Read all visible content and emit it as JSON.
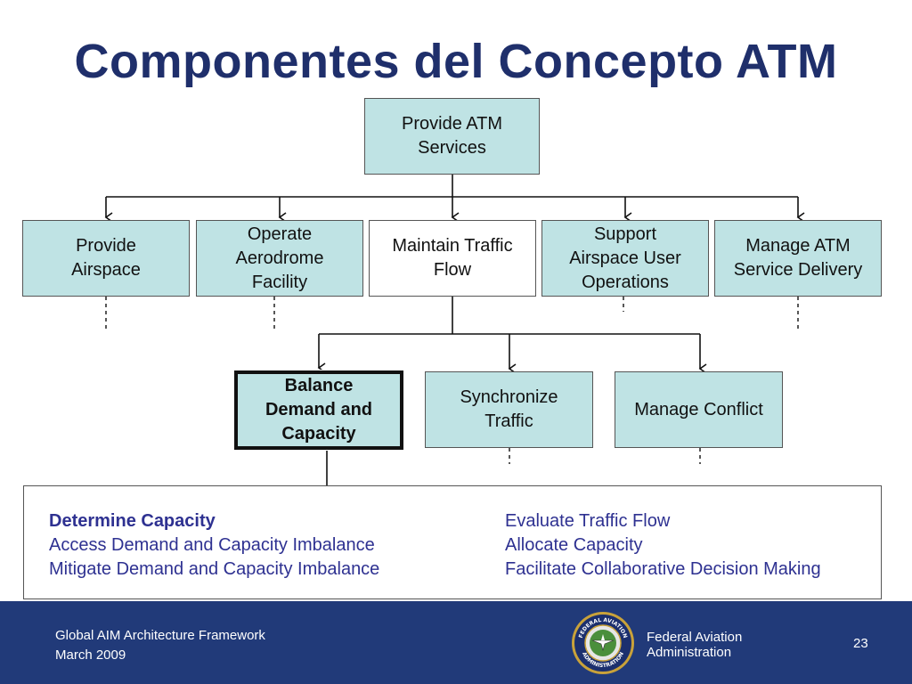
{
  "title": "Componentes del Concepto ATM",
  "root": {
    "label": "Provide ATM\nServices"
  },
  "level1": [
    {
      "label": "Provide\nAirspace"
    },
    {
      "label": "Operate\nAerodrome\nFacility"
    },
    {
      "label": "Maintain Traffic\nFlow"
    },
    {
      "label": "Support\nAirspace User\nOperations"
    },
    {
      "label": "Manage ATM\nService Delivery"
    }
  ],
  "level2": [
    {
      "label": "Balance\nDemand and\nCapacity"
    },
    {
      "label": "Synchronize\nTraffic"
    },
    {
      "label": "Manage Conflict"
    }
  ],
  "details": {
    "left": [
      "Determine Capacity",
      "Access Demand and Capacity Imbalance",
      "Mitigate Demand and Capacity Imbalance"
    ],
    "right": [
      "Evaluate Traffic Flow",
      "Allocate Capacity",
      "Facilitate Collaborative Decision Making"
    ]
  },
  "footer": {
    "line1": "Global AIM Architecture Framework",
    "line2": "March 2009",
    "agency_line1": "Federal Aviation",
    "agency_line2": "Administration",
    "page_number": "23",
    "seal_text_top": "FEDERAL AVIATION",
    "seal_text_bottom": "ADMINISTRATION"
  },
  "colors": {
    "title": "#1f2f6b",
    "box_fill": "#bfe3e4",
    "detail_text": "#2e3191",
    "footer_bg": "#213a79"
  }
}
